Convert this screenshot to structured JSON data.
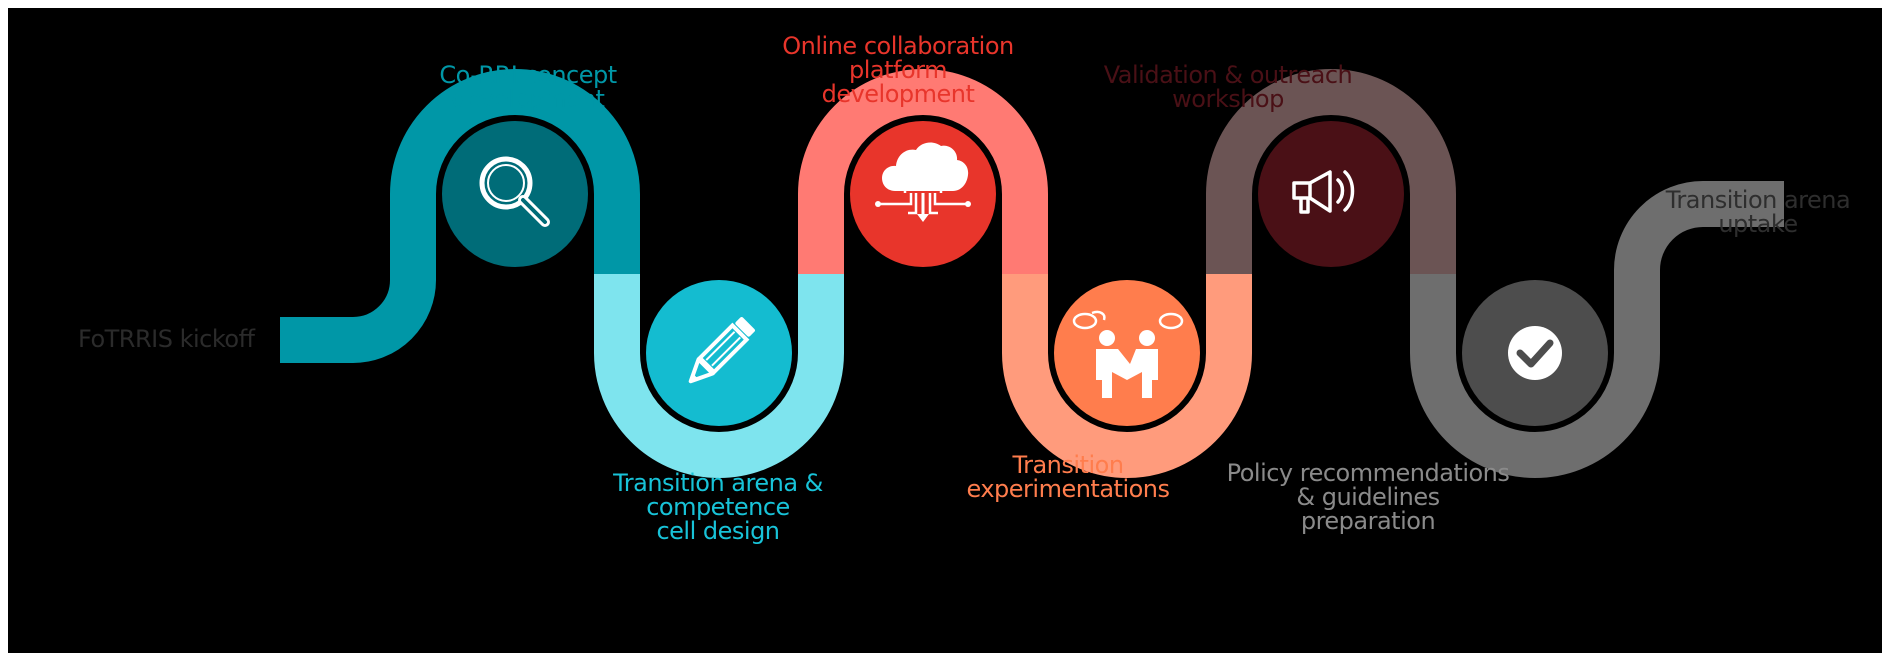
{
  "colors": {
    "background": "#000000",
    "teal": "#0097A7",
    "teal_dark": "#006C78",
    "cyan_light": "#7EE4EE",
    "cyan": "#14BCD0",
    "salmon": "#FF7A73",
    "red": "#E8352B",
    "orange_light": "#FF9B7C",
    "orange": "#FF7D4D",
    "mauve": "#6B5454",
    "maroon": "#4A1016",
    "gray": "#6E6E6E",
    "gray_dark": "#4D4D4D"
  },
  "stages": [
    {
      "label": "FoTRRIS kickoff",
      "color": "#2B2B2B",
      "icon": "none"
    },
    {
      "label": "Co-RRI concept\ndevelopment",
      "color": "#0097A7",
      "icon": "magnifier-icon"
    },
    {
      "label": "Transition arena &\ncompetence\ncell design",
      "color": "#18C3D8",
      "icon": "pencil-icon"
    },
    {
      "label": "Online collaboration\nplatform\ndevelopment",
      "color": "#E8352B",
      "icon": "cloud-network-icon"
    },
    {
      "label": "Transition\nexperimentations",
      "color": "#FF7D4D",
      "icon": "handshake-icon"
    },
    {
      "label": "Validation & outreach\nworkshop",
      "color": "#4A1016",
      "icon": "megaphone-icon"
    },
    {
      "label": "Policy recommendations\n& guidelines\npreparation",
      "color": "#8A8A8A",
      "icon": "checkmark-icon"
    },
    {
      "label": "Transition arena\nuptake",
      "color": "#2E2E2E",
      "icon": "none"
    }
  ]
}
